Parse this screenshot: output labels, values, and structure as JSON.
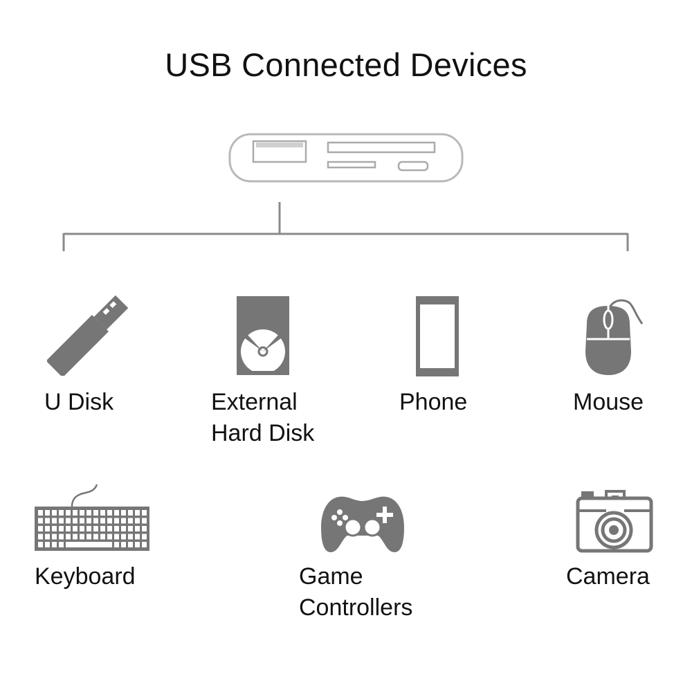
{
  "title": "USB Connected Devices",
  "colors": {
    "icon": "#767676",
    "line": "#8a8a8a",
    "hub_outline": "#b8b8b8"
  },
  "devices": [
    {
      "id": "u-disk",
      "icon": "usb-drive-icon",
      "label_lines": [
        "U Disk"
      ]
    },
    {
      "id": "external-hard-disk",
      "icon": "hard-disk-icon",
      "label_lines": [
        "External",
        "Hard Disk"
      ]
    },
    {
      "id": "phone",
      "icon": "phone-icon",
      "label_lines": [
        "Phone"
      ]
    },
    {
      "id": "mouse",
      "icon": "mouse-icon",
      "label_lines": [
        "Mouse"
      ]
    },
    {
      "id": "keyboard",
      "icon": "keyboard-icon",
      "label_lines": [
        "Keyboard"
      ]
    },
    {
      "id": "game-controllers",
      "icon": "gamepad-icon",
      "label_lines": [
        "Game",
        "Controllers"
      ]
    },
    {
      "id": "camera",
      "icon": "camera-icon",
      "label_lines": [
        "Camera"
      ]
    }
  ]
}
